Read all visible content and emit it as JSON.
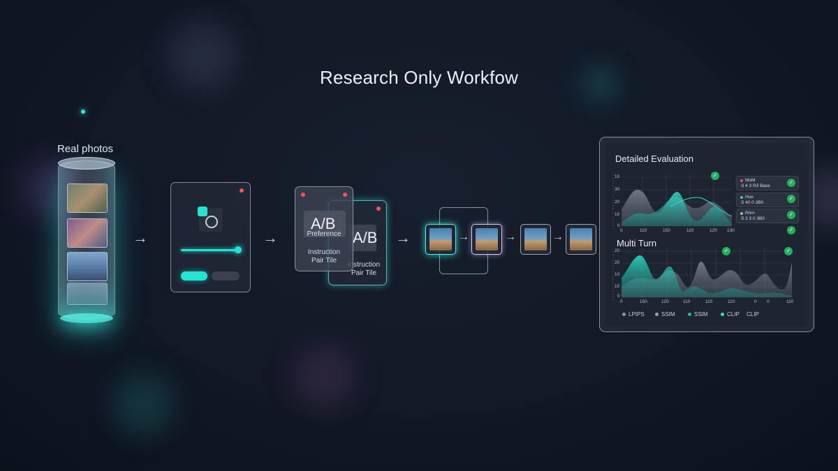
{
  "title": "Research Only Workfow",
  "source": {
    "label": "Real photos"
  },
  "ab_card": {
    "front_heading": "A/B",
    "front_sub": "Preference",
    "front_caption_1": "Instruction",
    "front_caption_2": "Pair Tile",
    "back_heading": "A/B",
    "back_caption_1": "Instruction",
    "back_caption_2": "Pair Tile"
  },
  "arrow_glyph": "→",
  "evaluation": {
    "title": "Detailed Evaluation",
    "multi_turn_title": "Multi Turn",
    "chart1_yticks": [
      "10",
      "30",
      "20",
      "10",
      "0"
    ],
    "chart1_xticks": [
      "0",
      "110",
      "150",
      "110",
      "120",
      "130"
    ],
    "chart2_yticks": [
      "20",
      "20",
      "10",
      "10",
      "0"
    ],
    "chart2_xticks": [
      "0",
      "150",
      "120",
      "110",
      "110",
      "110",
      "0",
      "0",
      "110"
    ],
    "legend_boxes": [
      {
        "line1": "MoM",
        "line2": "S 4 3 R3 Base",
        "color": "#e05a5a"
      },
      {
        "line1": "Hue",
        "line2": "S 40 0 3B0",
        "color": "#3fd0b0"
      },
      {
        "line1": "Rhm",
        "line2": "S 3 3 0 3B0",
        "color": "#8fcf7a"
      }
    ],
    "check_glyph": "✓",
    "metrics_legend": [
      {
        "label": "LPIPS",
        "color": "#8a93a3"
      },
      {
        "label": "SSIM",
        "color": "#9aa2af"
      },
      {
        "label": "SSIM",
        "color": "#1fb99a"
      },
      {
        "label": "CLIP",
        "color": "#2ee0d0"
      },
      {
        "label": "CLIP",
        "color": ""
      }
    ]
  },
  "colors": {
    "accent": "#22e3d4",
    "bg": "#111826",
    "alert": "#ff5050",
    "check": "#21b25e"
  }
}
